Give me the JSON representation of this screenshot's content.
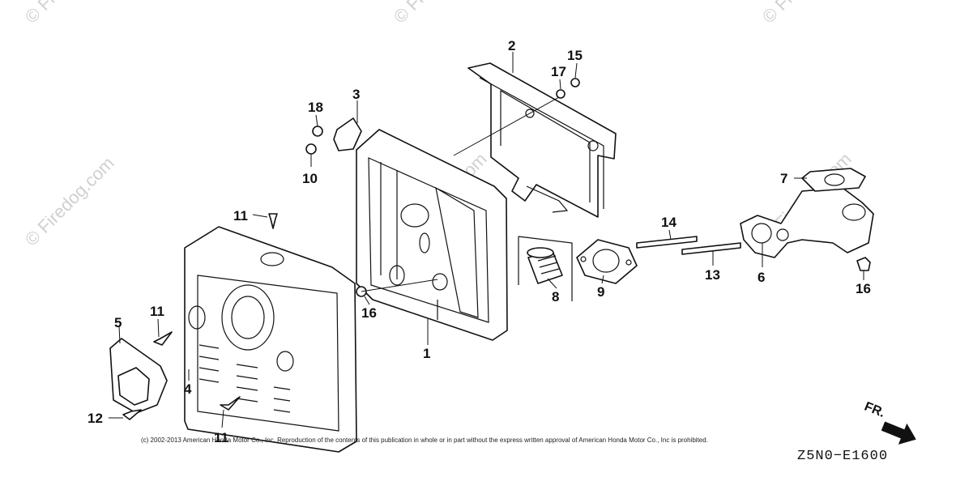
{
  "watermark": "© Firedog.com",
  "callouts": [
    {
      "id": "c1",
      "label": "1"
    },
    {
      "id": "c2",
      "label": "2"
    },
    {
      "id": "c3",
      "label": "3"
    },
    {
      "id": "c4",
      "label": "4"
    },
    {
      "id": "c5",
      "label": "5"
    },
    {
      "id": "c6",
      "label": "6"
    },
    {
      "id": "c7",
      "label": "7"
    },
    {
      "id": "c8",
      "label": "8"
    },
    {
      "id": "c9",
      "label": "9"
    },
    {
      "id": "c10",
      "label": "10"
    },
    {
      "id": "c11a",
      "label": "11"
    },
    {
      "id": "c11b",
      "label": "11"
    },
    {
      "id": "c11c",
      "label": "11"
    },
    {
      "id": "c12",
      "label": "12"
    },
    {
      "id": "c13",
      "label": "13"
    },
    {
      "id": "c14",
      "label": "14"
    },
    {
      "id": "c15",
      "label": "15"
    },
    {
      "id": "c16a",
      "label": "16"
    },
    {
      "id": "c16b",
      "label": "16"
    },
    {
      "id": "c17",
      "label": "17"
    },
    {
      "id": "c18",
      "label": "18"
    }
  ],
  "copyright": "(c) 2002-2013 American Honda Motor Co., Inc. Reproduction of the contents of this publication in whole or in part without the express written approval of American Honda Motor Co., Inc is prohibited.",
  "diagram_code": "Z5N0−E1600",
  "direction_label": "FR."
}
